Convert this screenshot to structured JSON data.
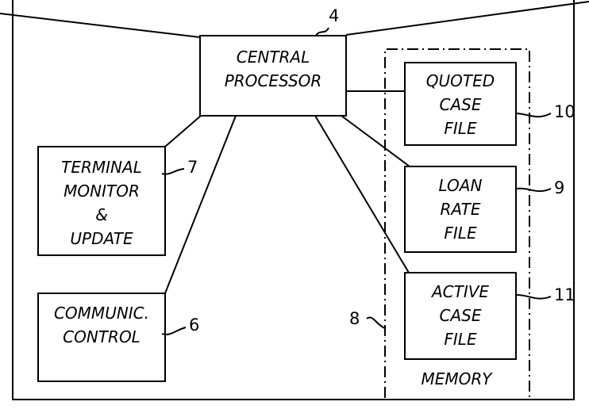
{
  "nodes": {
    "central_processor": {
      "line1": "CENTRAL",
      "line2": "PROCESSOR",
      "ref": "4"
    },
    "quoted_case_file": {
      "line1": "QUOTED",
      "line2": "CASE",
      "line3": "FILE",
      "ref": "10"
    },
    "loan_rate_file": {
      "line1": "LOAN",
      "line2": "RATE",
      "line3": "FILE",
      "ref": "9"
    },
    "active_case_file": {
      "line1": "ACTIVE",
      "line2": "CASE",
      "line3": "FILE",
      "ref": "11"
    },
    "terminal_monitor": {
      "line1": "TERMINAL",
      "line2": "MONITOR",
      "line3": "&",
      "line4": "UPDATE",
      "ref": "7"
    },
    "communic_control": {
      "line1": "COMMUNIC.",
      "line2": "CONTROL",
      "ref": "6"
    },
    "memory": {
      "label": "MEMORY",
      "ref": "8"
    }
  }
}
